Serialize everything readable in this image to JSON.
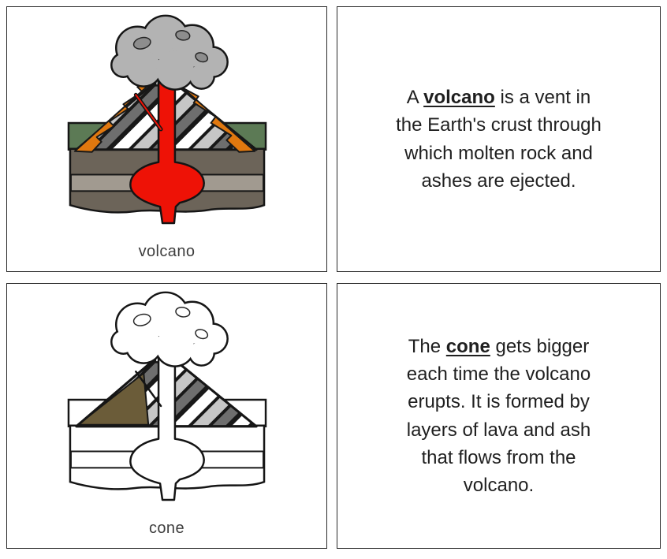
{
  "page": {
    "background": "#ffffff",
    "card_border": "#2a2a2a"
  },
  "cards": [
    {
      "type": "image",
      "illustration": "volcano-color-diagram",
      "label": "volcano"
    },
    {
      "type": "text",
      "prefix": "A ",
      "term": "volcano",
      "suffix": " is a vent in the Earth's crust through which molten rock and ashes are ejected."
    },
    {
      "type": "image",
      "illustration": "volcano-outline-diagram",
      "label": "cone"
    },
    {
      "type": "text",
      "prefix": "The ",
      "term": "cone",
      "suffix": " gets bigger each time the volcano erupts. It is formed by layers of lava and ash that flows from the volcano."
    }
  ],
  "colors": {
    "lava_red": "#ee1206",
    "lava_orange": "#e0780f",
    "ash_cloud_gray": "#b3b3b3",
    "ash_cloud_detail": "#8d8d8d",
    "surface_green": "#5c7a55",
    "underground_brown": "#6c6459",
    "underground_light_band": "#a19a90",
    "cone_stripe_light": "#c6c6c6",
    "cone_stripe_dark": "#6e6e6e",
    "cone_flank_brown": "#6b5c39",
    "outline_black": "#161616",
    "definition_text": "#1f1f1f",
    "label_text": "#3e3e3e"
  }
}
